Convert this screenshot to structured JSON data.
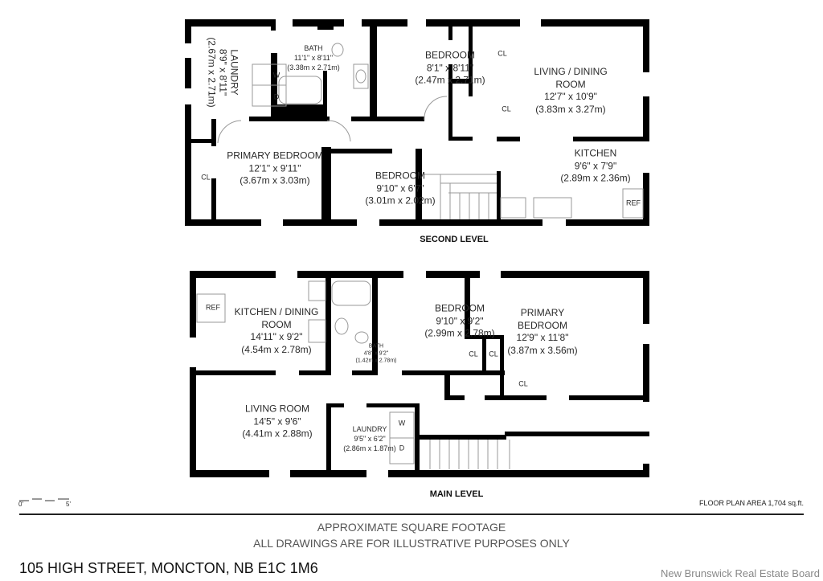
{
  "second_level": {
    "title": "SECOND LEVEL",
    "rooms": {
      "laundry": {
        "name": "LAUNDRY",
        "dims": "8'9\" x 8'11\"",
        "metric": "(2.67m x 2.71m)"
      },
      "bath": {
        "name": "BATH",
        "dims": "11'1\" x 8'11\"",
        "metric": "(3.38m x 2.71m)"
      },
      "bedroom1": {
        "name": "BEDROOM",
        "dims": "8'1\" x 8'11\"",
        "metric": "(2.47m x 2.71m)"
      },
      "living_dining": {
        "name": "LIVING / DINING",
        "name2": "ROOM",
        "dims": "12'7\" x 10'9\"",
        "metric": "(3.83m x 3.27m)"
      },
      "primary_bedroom": {
        "name": "PRIMARY BEDROOM",
        "dims": "12'1\" x 9'11\"",
        "metric": "(3.67m x 3.03m)"
      },
      "bedroom2": {
        "name": "BEDROOM",
        "dims": "9'10\" x 6'7\"",
        "metric": "(3.01m x 2.02m)"
      },
      "kitchen": {
        "name": "KITCHEN",
        "dims": "9'6\" x 7'9\"",
        "metric": "(2.89m x 2.36m)"
      }
    },
    "fixtures": {
      "closet": "CL",
      "washer": "W",
      "dryer": "D",
      "fridge": "REF"
    }
  },
  "main_level": {
    "title": "MAIN LEVEL",
    "rooms": {
      "kitchen_dining": {
        "name": "KITCHEN / DINING",
        "name2": "ROOM",
        "dims": "14'11\" x 9'2\"",
        "metric": "(4.54m x 2.78m)"
      },
      "bath": {
        "name": "BATH",
        "dims": "4'8\" x 9'2\"",
        "metric": "(1.42m x 2.78m)"
      },
      "bedroom": {
        "name": "BEDROOM",
        "dims": "9'10\" x 9'2\"",
        "metric": "(2.99m x 2.78m)"
      },
      "primary_bedroom": {
        "name": "PRIMARY",
        "name2": "BEDROOM",
        "dims": "12'9\" x 11'8\"",
        "metric": "(3.87m x 3.56m)"
      },
      "living_room": {
        "name": "LIVING ROOM",
        "dims": "14'5\" x 9'6\"",
        "metric": "(4.41m x 2.88m)"
      },
      "laundry": {
        "name": "LAUNDRY",
        "dims": "9'5\" x 6'2\"",
        "metric": "(2.86m x 1.87m)"
      }
    },
    "fixtures": {
      "closet": "CL",
      "washer": "W",
      "dryer": "D",
      "fridge": "REF"
    }
  },
  "footer": {
    "scale_start": "0'",
    "scale_end": "5'",
    "floor_area": "FLOOR PLAN AREA 1,704 sq.ft.",
    "disclaimer1": "APPROXIMATE SQUARE FOOTAGE",
    "disclaimer2": "ALL DRAWINGS ARE FOR ILLUSTRATIVE PURPOSES ONLY",
    "address": "105 HIGH STREET, MONCTON, NB E1C 1M6",
    "credit": "New Brunswick Real Estate Board"
  },
  "colors": {
    "wall": "#000000",
    "text": "#2a2a2a",
    "fixture": "#999999",
    "credit": "#888888"
  }
}
